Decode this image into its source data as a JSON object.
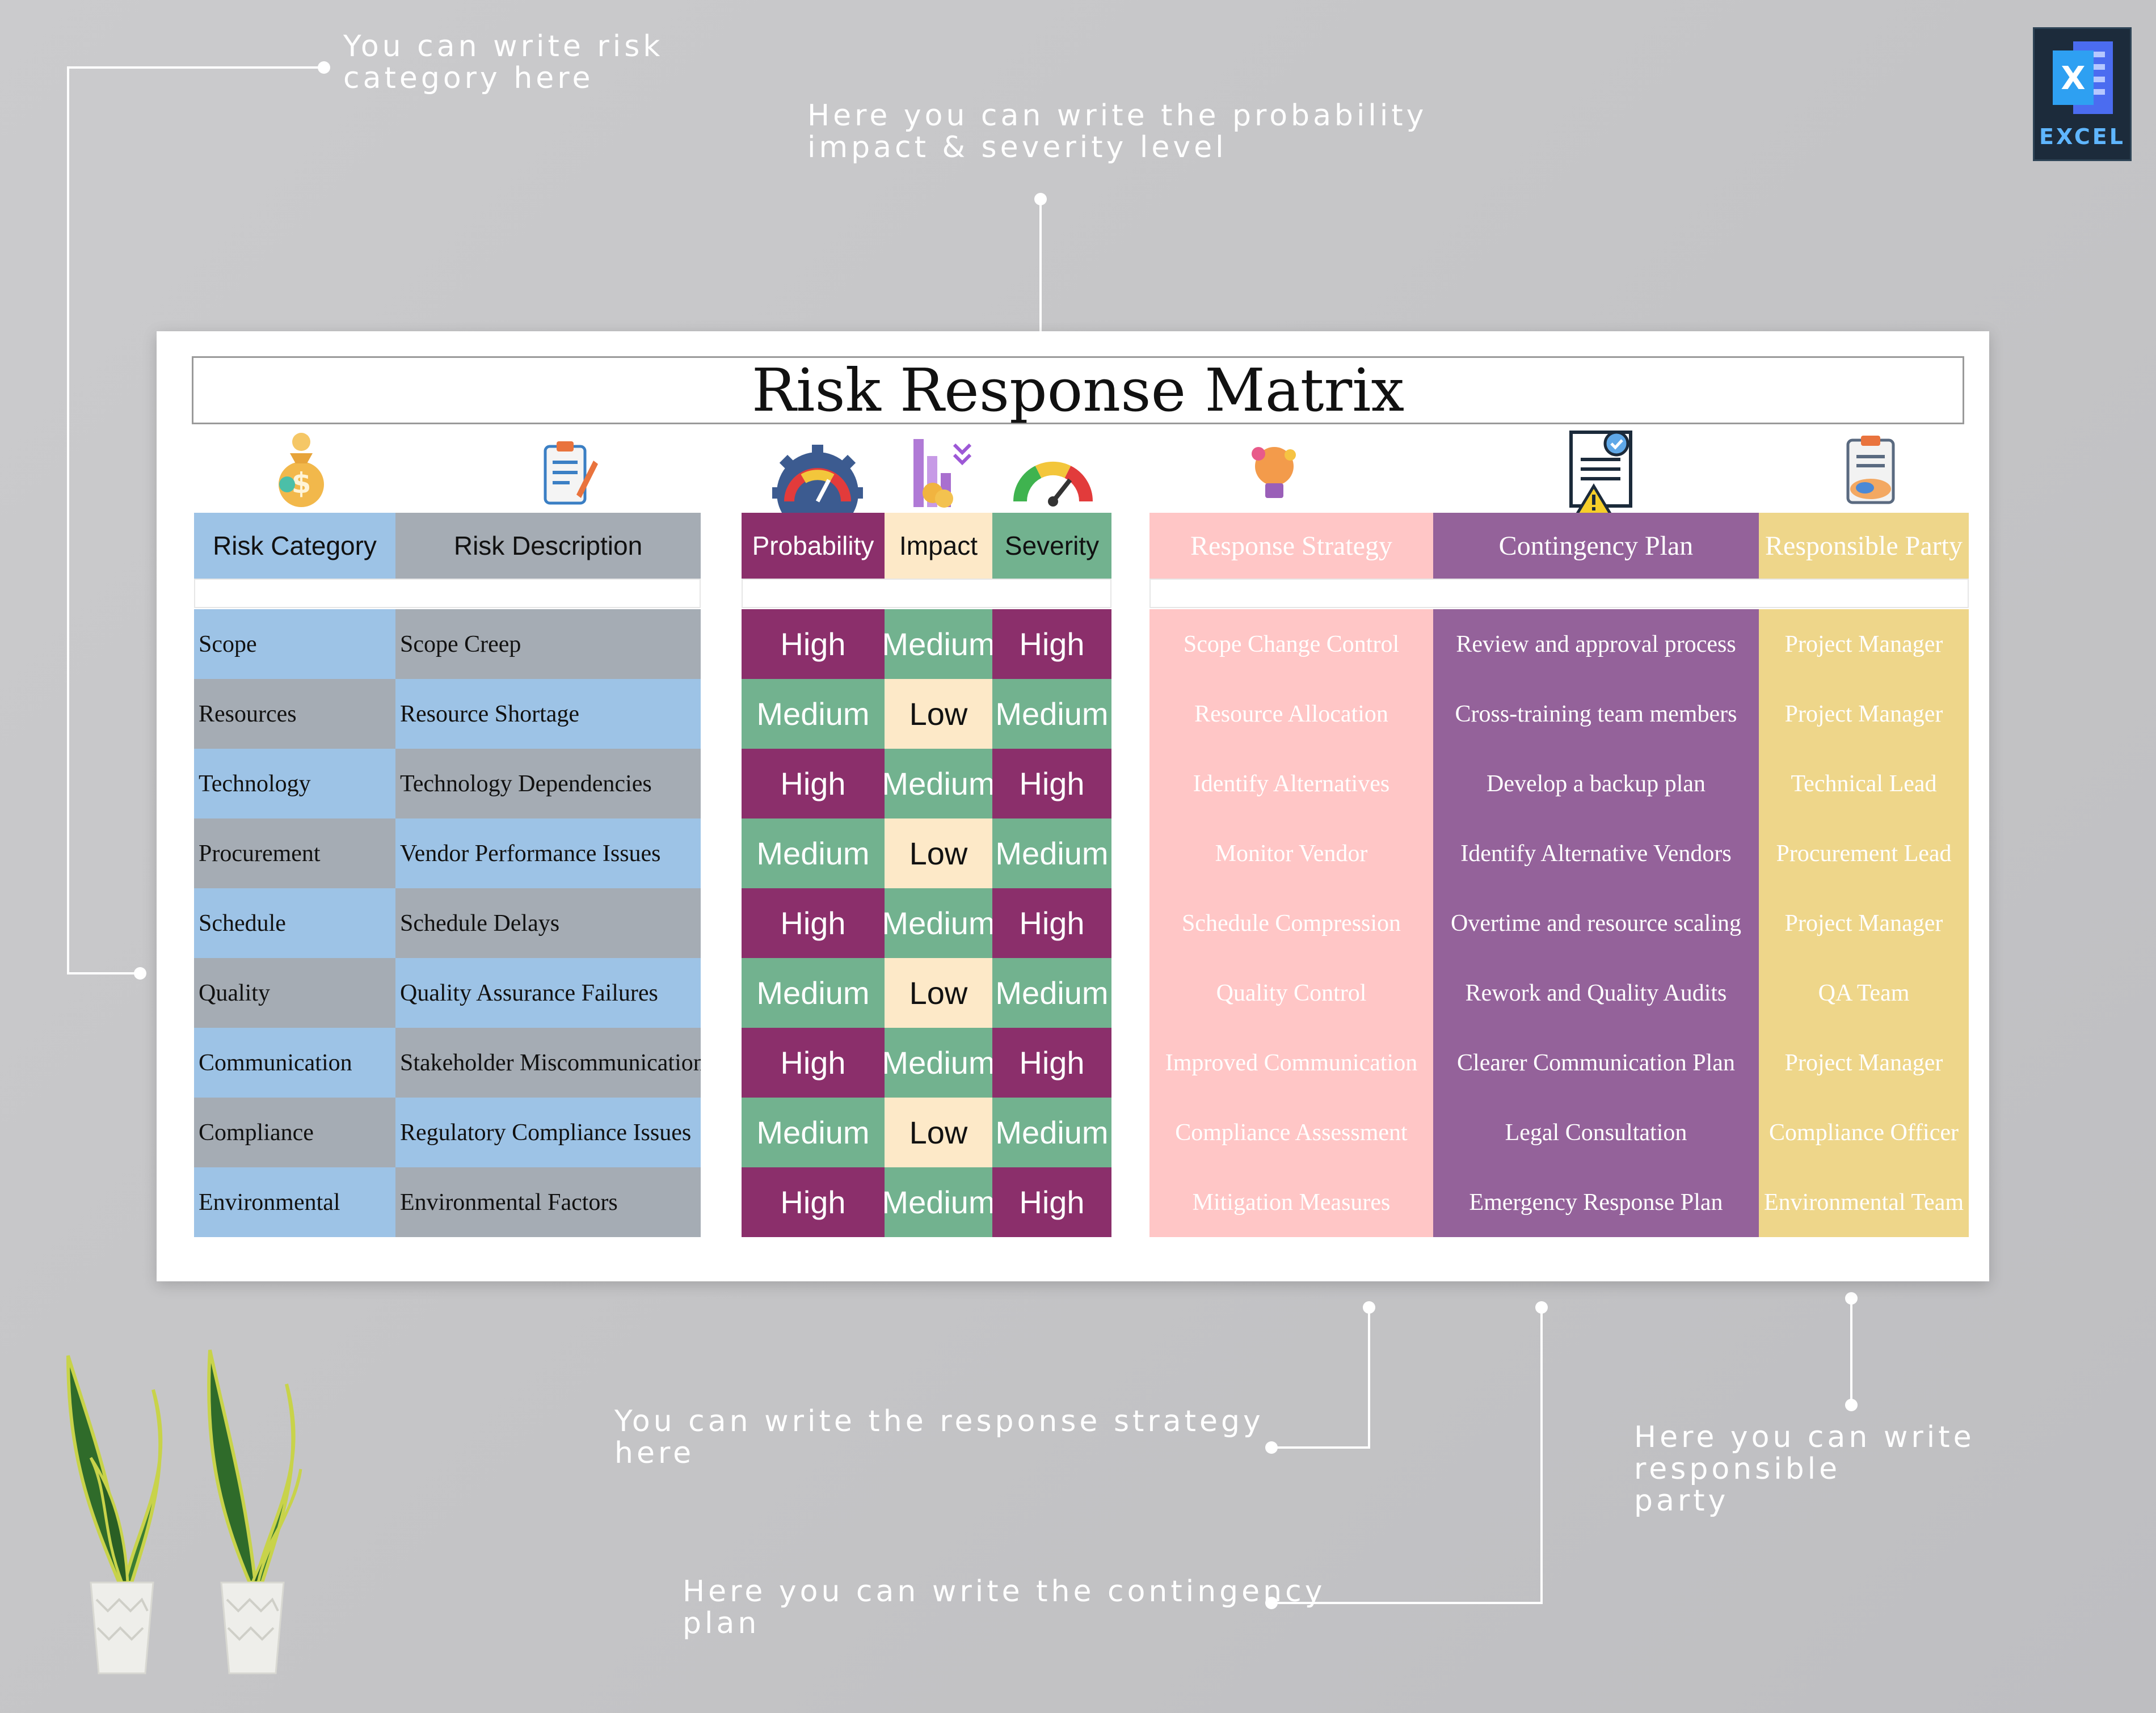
{
  "callouts": {
    "risk_category": "You can write risk\ncategory here",
    "probability": "Here you can write the probability\nimpact & severity level",
    "response_strategy": "You can write the response strategy\nhere",
    "contingency": "Here you can write the contingency\nplan",
    "responsible": "Here you can write responsible\nparty"
  },
  "badge": {
    "label": "EXCEL",
    "letter": "X"
  },
  "matrix": {
    "title": "Risk Response Matrix",
    "headers": {
      "risk_category": "Risk Category",
      "risk_description": "Risk Description",
      "probability": "Probability",
      "impact": "Impact",
      "severity": "Severity",
      "response_strategy": "Response Strategy",
      "contingency_plan": "Contingency Plan",
      "responsible_party": "Responsible Party"
    },
    "rows": [
      {
        "category": "Scope",
        "description": "Scope Creep",
        "probability": "High",
        "impact": "Medium",
        "severity": "High",
        "strategy": "Scope Change Control",
        "contingency": "Review and approval process",
        "party": "Project Manager"
      },
      {
        "category": "Resources",
        "description": "Resource Shortage",
        "probability": "Medium",
        "impact": "Low",
        "severity": "Medium",
        "strategy": "Resource Allocation",
        "contingency": "Cross-training team members",
        "party": "Project Manager"
      },
      {
        "category": "Technology",
        "description": "Technology Dependencies",
        "probability": "High",
        "impact": "Medium",
        "severity": "High",
        "strategy": "Identify Alternatives",
        "contingency": "Develop a backup plan",
        "party": "Technical Lead"
      },
      {
        "category": "Procurement",
        "description": "Vendor Performance Issues",
        "probability": "Medium",
        "impact": "Low",
        "severity": "Medium",
        "strategy": "Monitor Vendor",
        "contingency": "Identify Alternative Vendors",
        "party": "Procurement Lead"
      },
      {
        "category": "Schedule",
        "description": "Schedule Delays",
        "probability": "High",
        "impact": "Medium",
        "severity": "High",
        "strategy": "Schedule Compression",
        "contingency": "Overtime and resource scaling",
        "party": "Project Manager"
      },
      {
        "category": "Quality",
        "description": "Quality Assurance Failures",
        "probability": "Medium",
        "impact": "Low",
        "severity": "Medium",
        "strategy": "Quality Control",
        "contingency": "Rework and Quality Audits",
        "party": "QA Team"
      },
      {
        "category": "Communication",
        "description": "Stakeholder Miscommunication",
        "probability": "High",
        "impact": "Medium",
        "severity": "High",
        "strategy": "Improved Communication",
        "contingency": "Clearer Communication Plan",
        "party": "Project Manager"
      },
      {
        "category": "Compliance",
        "description": "Regulatory Compliance Issues",
        "probability": "Medium",
        "impact": "Low",
        "severity": "Medium",
        "strategy": "Compliance Assessment",
        "contingency": "Legal Consultation",
        "party": "Compliance Officer"
      },
      {
        "category": "Environmental",
        "description": "Environmental Factors",
        "probability": "High",
        "impact": "Medium",
        "severity": "High",
        "strategy": "Mitigation Measures",
        "contingency": "Emergency Response Plan",
        "party": "Environmental Team"
      }
    ]
  },
  "colors": {
    "blue": "#9dc3e6",
    "gray": "#a5acb4",
    "high": "#8b2f6b",
    "medium": "#72b28f",
    "low": "#fde9c8",
    "pink": "#ffc6c6",
    "purple": "#94629a",
    "yellow": "#eed68a"
  }
}
